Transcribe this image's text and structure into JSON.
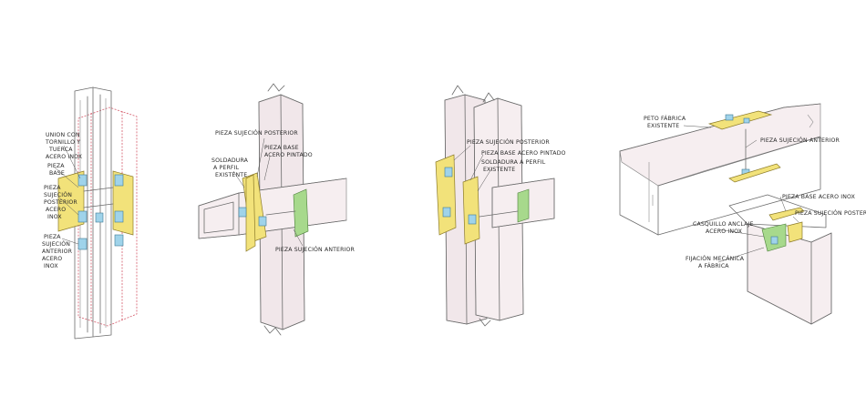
{
  "sketch1": {
    "label_union": [
      "UNION CON",
      "TORNILLO Y",
      "TUERCA",
      "ACERO INOX"
    ],
    "label_base": [
      "PIEZA",
      "BASE"
    ],
    "label_posterior": [
      "PIEZA",
      "SUJECIÓN",
      "POSTERIOR",
      "ACERO",
      "INOX"
    ],
    "label_anterior": [
      "PIEZA",
      "SUJECIÓN",
      "ANTERIOR",
      "ACERO",
      "INOX"
    ]
  },
  "sketch2": {
    "label_posterior": "PIEZA SUJECIÓN POSTERIOR",
    "label_base": [
      "PIEZA BASE",
      "ACERO PINTADO"
    ],
    "label_soldadura": [
      "SOLDADURA",
      "A PERFIL",
      "EXISTENTE"
    ],
    "label_anterior": "PIEZA SUJECIÓN ANTERIOR"
  },
  "sketch3": {
    "label_posterior": "PIEZA SUJECIÓN POSTERIOR",
    "label_base": "PIEZA BASE ACERO PINTADO",
    "label_soldadura": [
      "SOLDADURA A PERFIL",
      "EXISTENTE"
    ]
  },
  "sketch4": {
    "label_peto": [
      "PETO FÁBRICA",
      "EXISTENTE"
    ],
    "label_anterior": "PIEZA SUJECIÓN ANTERIOR",
    "label_base": "PIEZA BASE ACERO INOX",
    "label_posterior": "PIEZA SUJECIÓN POSTERIOR",
    "label_casquillo": [
      "CASQUILLO ANCLAJE",
      "ACERO INOX"
    ],
    "label_fijacion": [
      "FIJACIÓN MECÁNICA",
      "A FÁBRICA"
    ]
  }
}
